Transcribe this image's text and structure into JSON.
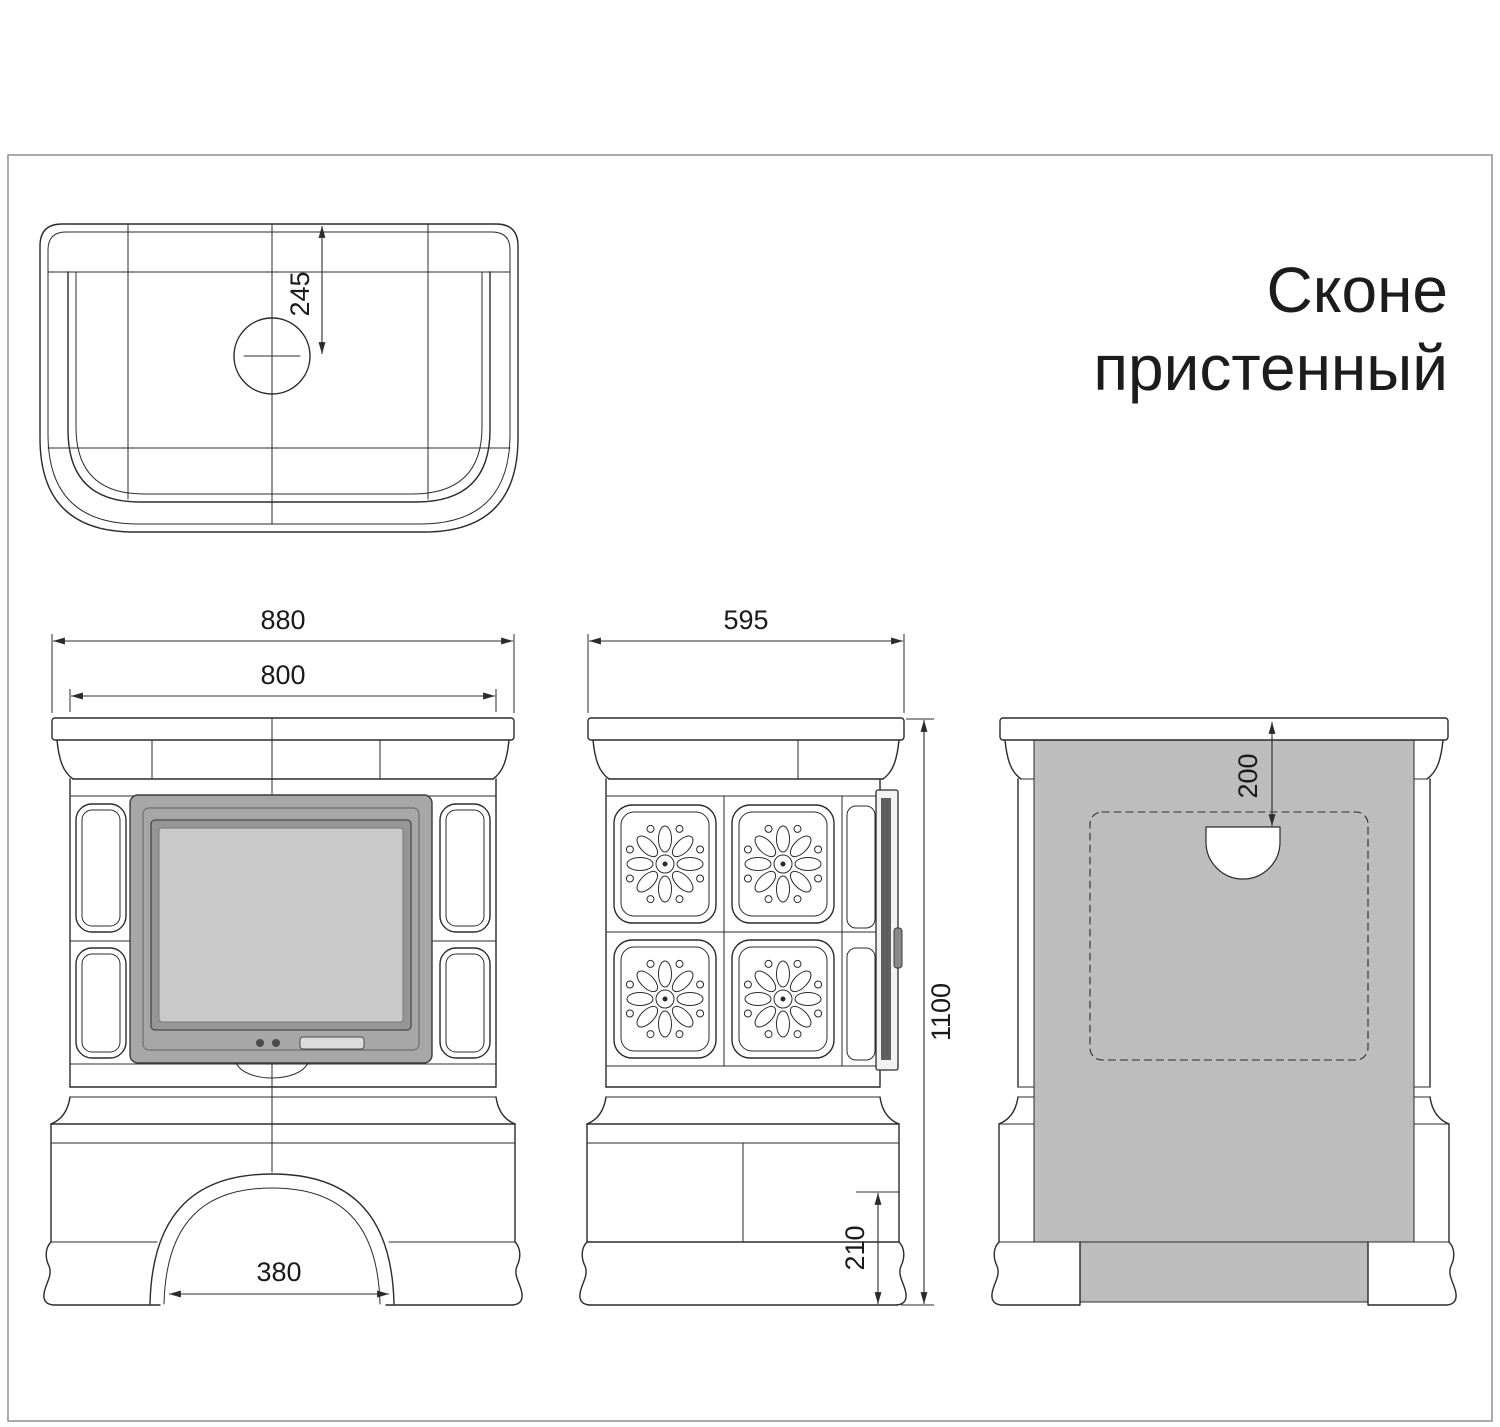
{
  "title": {
    "line1": "Сконе",
    "line2": "пристенный"
  },
  "dimensions": {
    "flue_offset_top": "245",
    "overall_width": "880",
    "body_width": "800",
    "arch_width": "380",
    "depth": "595",
    "overall_height": "1100",
    "plinth_height": "210",
    "flue_offset_rear": "200"
  },
  "colors": {
    "line": "#2b2b2b",
    "gray_panel": "#bdbdbd",
    "door_frame": "#a7a7a7",
    "door_inner": "#969696",
    "door_glass": "#c9c9c9",
    "background": "#ffffff"
  }
}
